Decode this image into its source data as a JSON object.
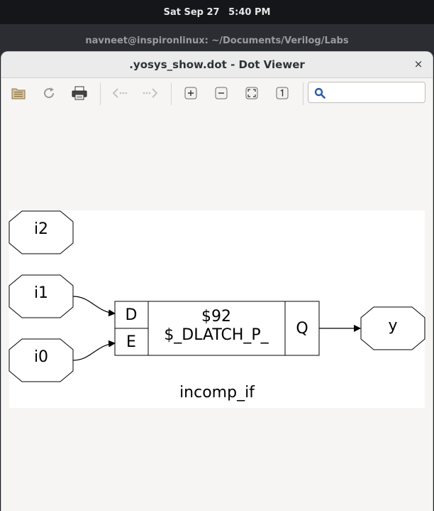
{
  "system_bar": {
    "date": "Sat Sep 27",
    "time": "5:40 PM"
  },
  "background_window": {
    "title": "navneet@inspironlinux: ~/Documents/Verilog/Labs"
  },
  "window": {
    "title": ".yosys_show.dot - Dot Viewer",
    "close_glyph": "×"
  },
  "toolbar": {
    "icons": [
      "open-folder-icon",
      "reload-icon",
      "print-icon",
      "back-icon",
      "forward-icon",
      "zoom-in-icon",
      "zoom-out-icon",
      "zoom-fit-icon",
      "zoom-100-icon",
      "search-icon"
    ],
    "search_value": "",
    "search_placeholder": ""
  },
  "graph": {
    "module_name": "incomp_if",
    "inputs": [
      "i2",
      "i1",
      "i0"
    ],
    "output": "y",
    "cell": {
      "id": "$92",
      "type": "$_DLATCH_P_",
      "in_ports": [
        "D",
        "E"
      ],
      "out_port": "Q"
    },
    "edges": [
      {
        "from": "i1",
        "to": "D"
      },
      {
        "from": "i0",
        "to": "E"
      },
      {
        "from": "Q",
        "to": "y"
      }
    ]
  }
}
